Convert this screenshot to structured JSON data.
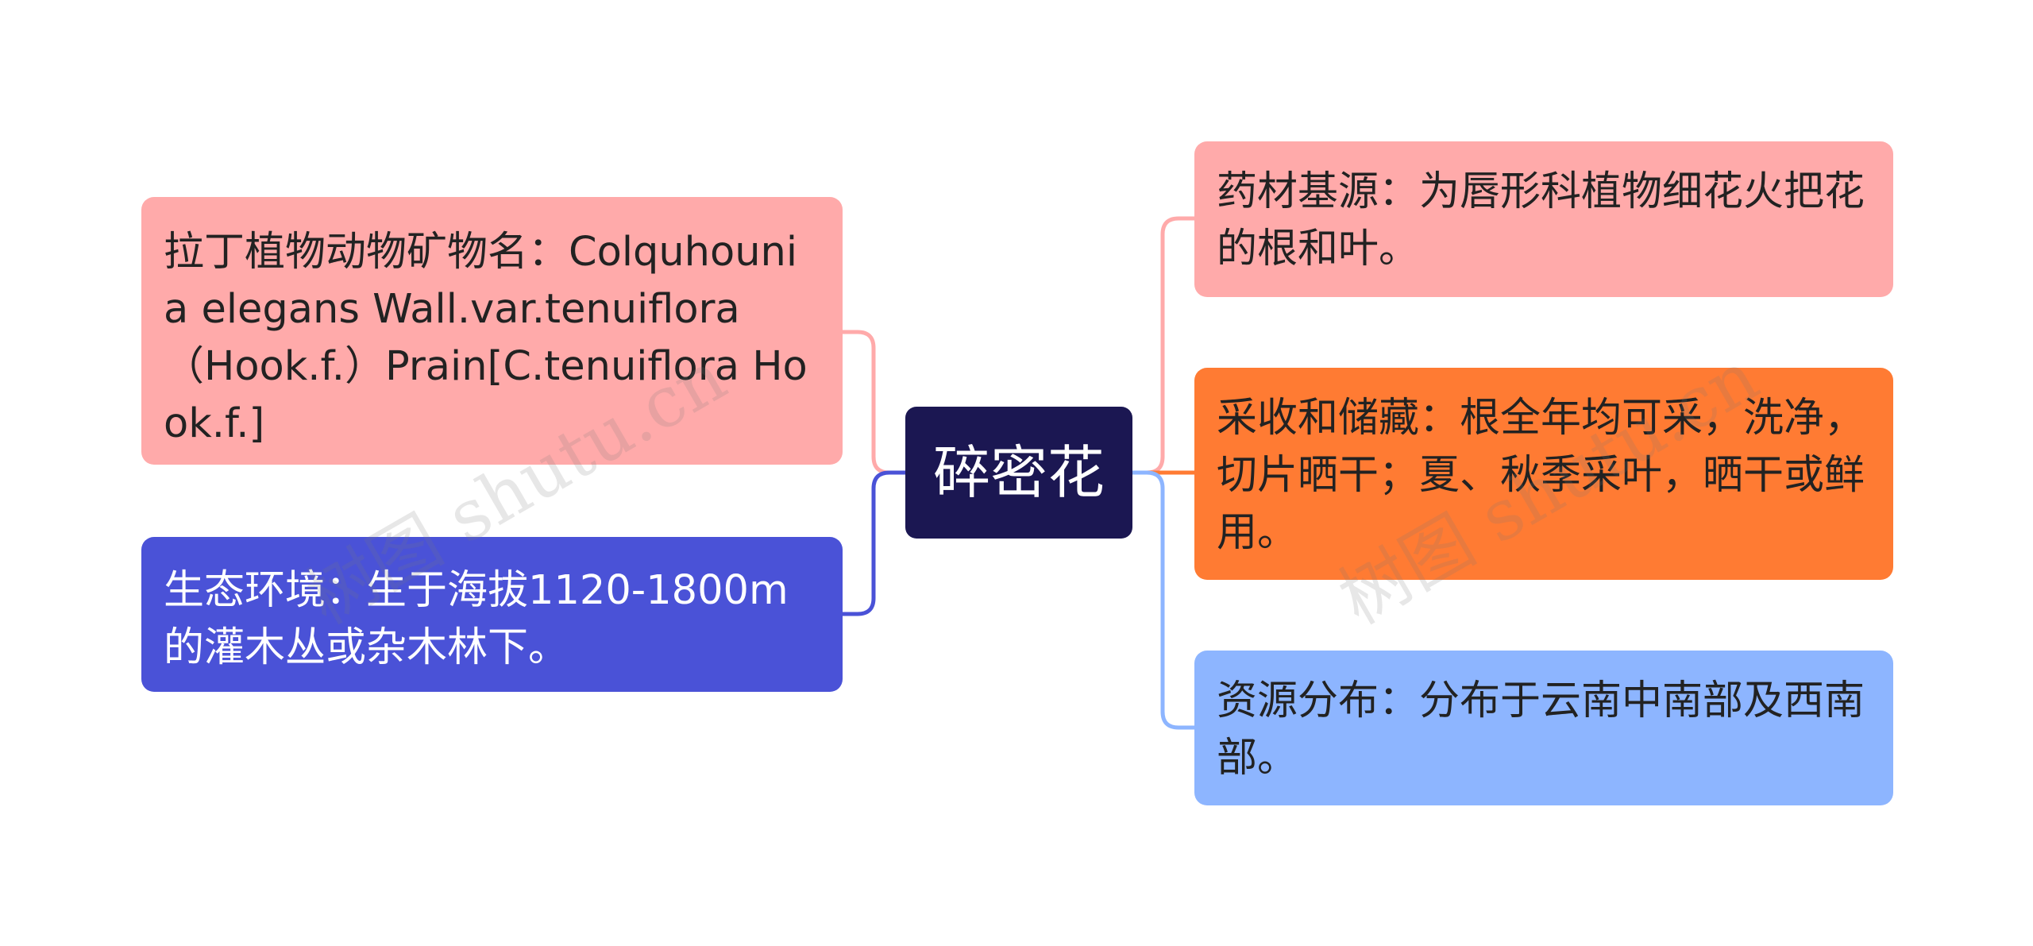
{
  "center": {
    "label": "碎密花"
  },
  "left_branches": [
    {
      "text": "拉丁植物动物矿物名：Colquhounia elegans Wall.var.tenuiflora （Hook.f.）Prain[C.tenuiflora Hook.f.]",
      "color": "#ffaaaa",
      "line_color": "#ffaaaa"
    },
    {
      "text": "生态环境：生于海拔1120-1800m的灌木丛或杂木林下。",
      "color": "#4a52d7",
      "line_color": "#4a52d7"
    }
  ],
  "right_branches": [
    {
      "text": "药材基源：为唇形科植物细花火把花的根和叶。",
      "color": "#ffaaaa",
      "line_color": "#ffaaaa"
    },
    {
      "text": "采收和储藏：根全年均可采，洗净，切片晒干；夏、秋季采叶，晒干或鲜用。",
      "color": "#ff7b33",
      "line_color": "#ff7b33"
    },
    {
      "text": "资源分布：分布于云南中南部及西南部。",
      "color": "#8db5ff",
      "line_color": "#8db5ff"
    }
  ],
  "watermark": {
    "text": "树图 shutu.cn"
  }
}
